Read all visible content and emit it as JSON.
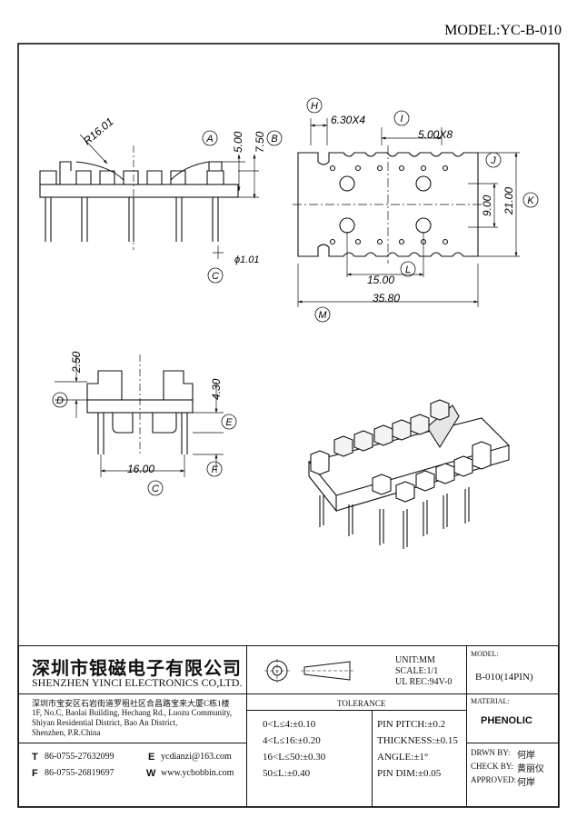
{
  "model_label": "MODEL:YC-B-010",
  "dimensions": {
    "r16": "R16.01",
    "d500a": "5.00",
    "d750": "7.50",
    "phi101": "ϕ1.01",
    "pitch_h": "6.30X4",
    "pitch_i": "5.00X8",
    "d900": "9.00",
    "d2100": "21.00",
    "d1500": "15.00",
    "d3580": "35.80",
    "d250": "2.50",
    "d430": "4.30",
    "d1600": "16.00"
  },
  "callouts": {
    "A": "A",
    "B": "B",
    "C": "C",
    "D": "D",
    "E": "E",
    "F": "F",
    "G": "C",
    "H": "H",
    "I": "I",
    "J": "J",
    "K": "K",
    "L": "L",
    "M": "M"
  },
  "company": {
    "name_cn": "深圳市银磁电子有限公司",
    "name_en": "SHENZHEN YINCI ELECTRONICS CO,LTD.",
    "addr_cn": "深圳市宝安区石岩街道罗租社区合昌路宝来大厦C栋1楼",
    "addr_en1": "1F, No.C, Baolai Building, Hechang Rd., Luozu Community,",
    "addr_en2": "Shiyan Residential District, Bao An District,",
    "addr_en3": "Shenzhen, P.R.China",
    "tel_label": "T",
    "tel": "86-0755-27632099",
    "fax_label": "F",
    "fax": "86-0755-26819697",
    "email_label": "E",
    "email": "ycdianzi@163.com",
    "web_label": "W",
    "web": "www.ycbobbin.com"
  },
  "specs": {
    "unit": "UNIT:MM",
    "scale": "SCALE:1/1",
    "ul": "UL REC:94V-0",
    "model_label": "MODEL:",
    "model_value": "B-010(14PIN)",
    "material_label": "MATERIAL:",
    "material_value": "PHENOLIC"
  },
  "tolerance": {
    "title": "TOLERANCE",
    "rows": [
      "0<L≤4:±0.10",
      "4<L≤16:±0.20",
      "16<L≤50:±0.30",
      "50≤L:±0.40"
    ],
    "pin_rows": [
      "PIN PITCH:±0.2",
      "THICKNESS:±0.15",
      "ANGLE:±1°",
      "PIN DIM:±0.05"
    ]
  },
  "approval": {
    "drawn_label": "DRWN BY:",
    "drawn": "何岸",
    "check_label": "CHECK BY:",
    "check": "黄丽仪",
    "approved_label": "APPROVED:",
    "approved": "何岸"
  }
}
